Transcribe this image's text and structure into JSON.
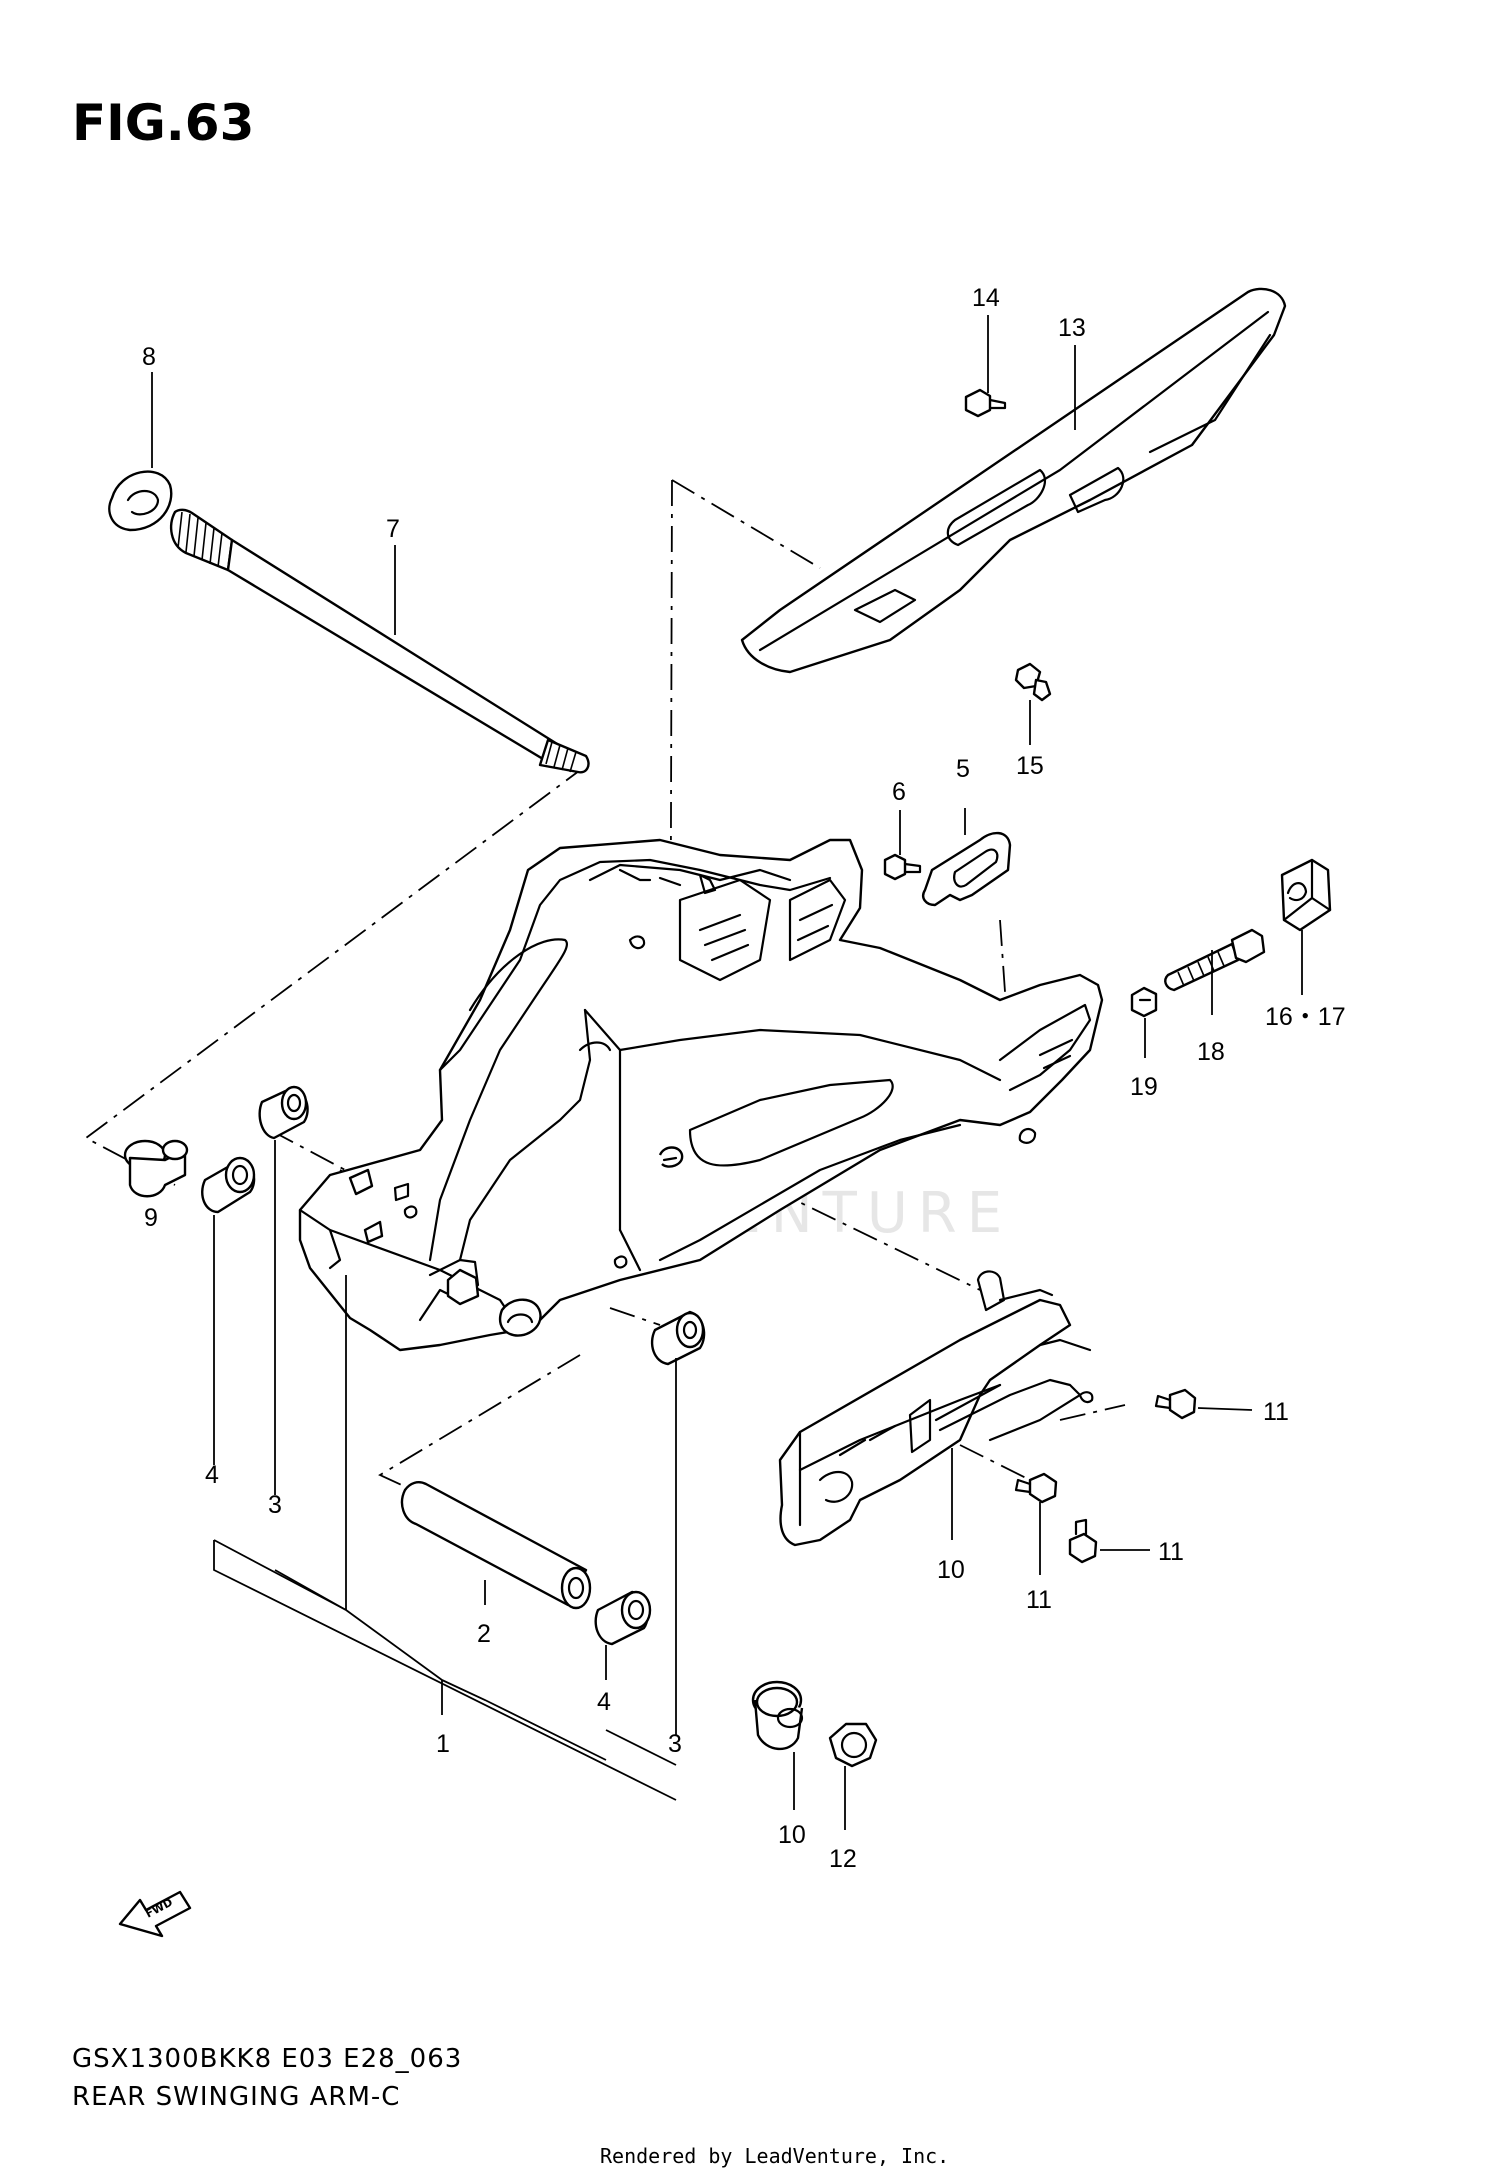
{
  "figure": {
    "title": "FIG.63"
  },
  "callouts": {
    "c1": "1",
    "c2": "2",
    "c3a": "3",
    "c3b": "3",
    "c4a": "4",
    "c4b": "4",
    "c5": "5",
    "c6": "6",
    "c7": "7",
    "c8": "8",
    "c9": "9",
    "c10a": "10",
    "c10b": "10",
    "c11a": "11",
    "c11b": "11",
    "c11c": "11",
    "c12": "12",
    "c13": "13",
    "c14": "14",
    "c15": "15",
    "c16_17": "16・17",
    "c18": "18",
    "c19": "19"
  },
  "fwd_label": "FWD",
  "watermark": "LEADVENTURE",
  "footer": {
    "model_code": "GSX1300BKK8 E03 E28_063",
    "section_title": "REAR SWINGING ARM-C",
    "credit": "Rendered by LeadVenture, Inc."
  }
}
